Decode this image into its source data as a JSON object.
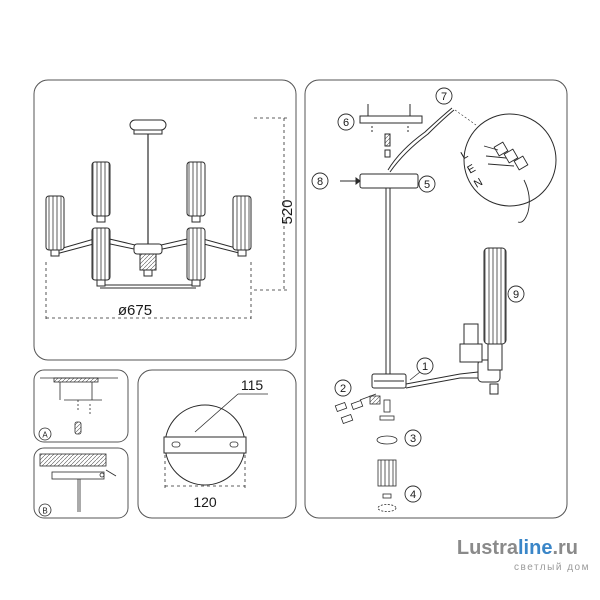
{
  "dimensions": {
    "height": "520",
    "diameter": "ø675",
    "plate_offset": "115",
    "plate_diameter": "120"
  },
  "callouts": [
    "1",
    "2",
    "3",
    "4",
    "5",
    "6",
    "7",
    "8",
    "9"
  ],
  "wiring_letters": [
    "L",
    "E",
    "N"
  ],
  "inset_labels": {
    "a": "A",
    "b": "B"
  },
  "watermark": {
    "brand_main": "Lustra",
    "brand_accent": "line",
    "brand_tld": ".ru",
    "tagline": "светлый дом"
  },
  "colors": {
    "stroke": "#2b2b2b",
    "panel_border": "#555555",
    "brand_gray": "#8a8a8a",
    "brand_accent": "#3a86c8"
  }
}
